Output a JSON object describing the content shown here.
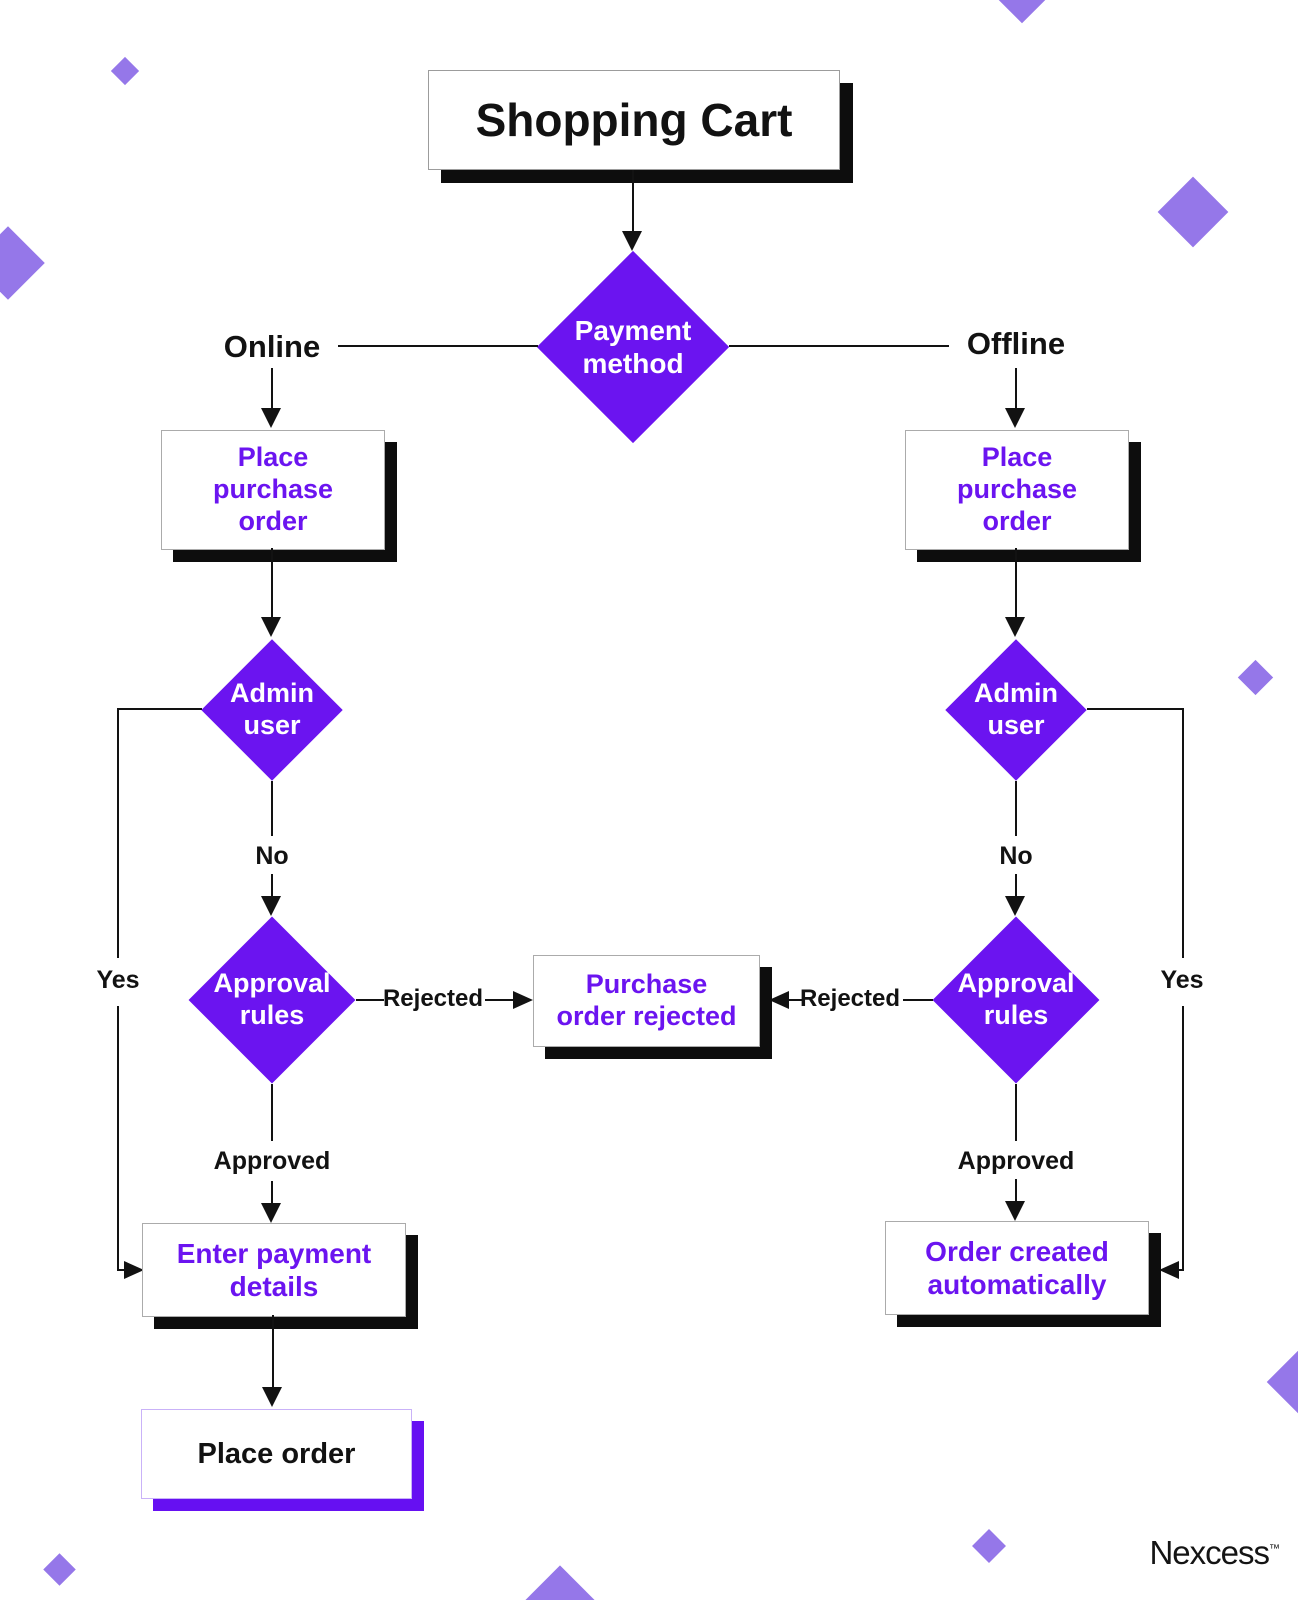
{
  "title": "Shopping Cart",
  "branch_labels": {
    "online": "Online",
    "offline": "Offline"
  },
  "decisions": {
    "payment_method": "Payment method",
    "admin_user": "Admin user",
    "approval_rules": "Approval rules"
  },
  "boxes": {
    "place_purchase_order": "Place purchase order",
    "purchase_order_rejected": "Purchase order rejected",
    "enter_payment_details": "Enter payment details",
    "order_created_automatically": "Order created automatically",
    "place_order": "Place order"
  },
  "edge_labels": {
    "yes": "Yes",
    "no": "No",
    "approved": "Approved",
    "rejected": "Rejected"
  },
  "brand": {
    "name": "Nexcess",
    "trademark": "™"
  },
  "colors": {
    "accent": "#6B14F0",
    "decor": "#9577E9",
    "ink": "#121212",
    "shadow": "#0D0D0D",
    "place_order_shadow": "#6610F2",
    "place_order_border": "#C9B2F8"
  }
}
